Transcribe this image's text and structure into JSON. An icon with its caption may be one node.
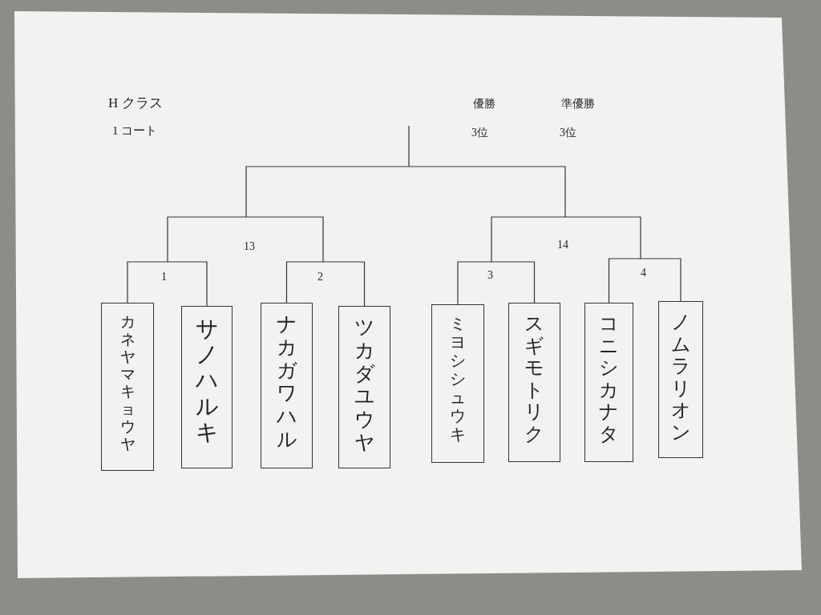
{
  "diagram": {
    "nodes": [
      {
        "text": [
          "カネヤマキョウヤ"
        ]
      },
      {
        "text": [
          "サノハルキ"
        ]
      },
      {
        "text": [
          "ナカガワハル"
        ]
      },
      {
        "text": [
          "ツカダユウヤ"
        ]
      },
      {
        "text": [
          "ミヨシシュウキ"
        ]
      },
      {
        "text": [
          "スギモトリク"
        ]
      },
      {
        "text": [
          "コニシカナタ"
        ]
      },
      {
        "text": [
          "ノムラリオン"
        ]
      }
    ],
    "edges": [
      {
        "from": 0,
        "to": 1,
        "arrow": "none",
        "label": "1"
      },
      {
        "from": 2,
        "to": 3,
        "arrow": "none",
        "label": "2"
      },
      {
        "from": 4,
        "to": 5,
        "arrow": "none",
        "label": "3"
      },
      {
        "from": 6,
        "to": 7,
        "arrow": "none",
        "label": "4"
      }
    ],
    "labels": [
      "H クラス",
      "優勝",
      "準優勝",
      "1 コート",
      "3位",
      "3位",
      "13",
      "14"
    ]
  }
}
